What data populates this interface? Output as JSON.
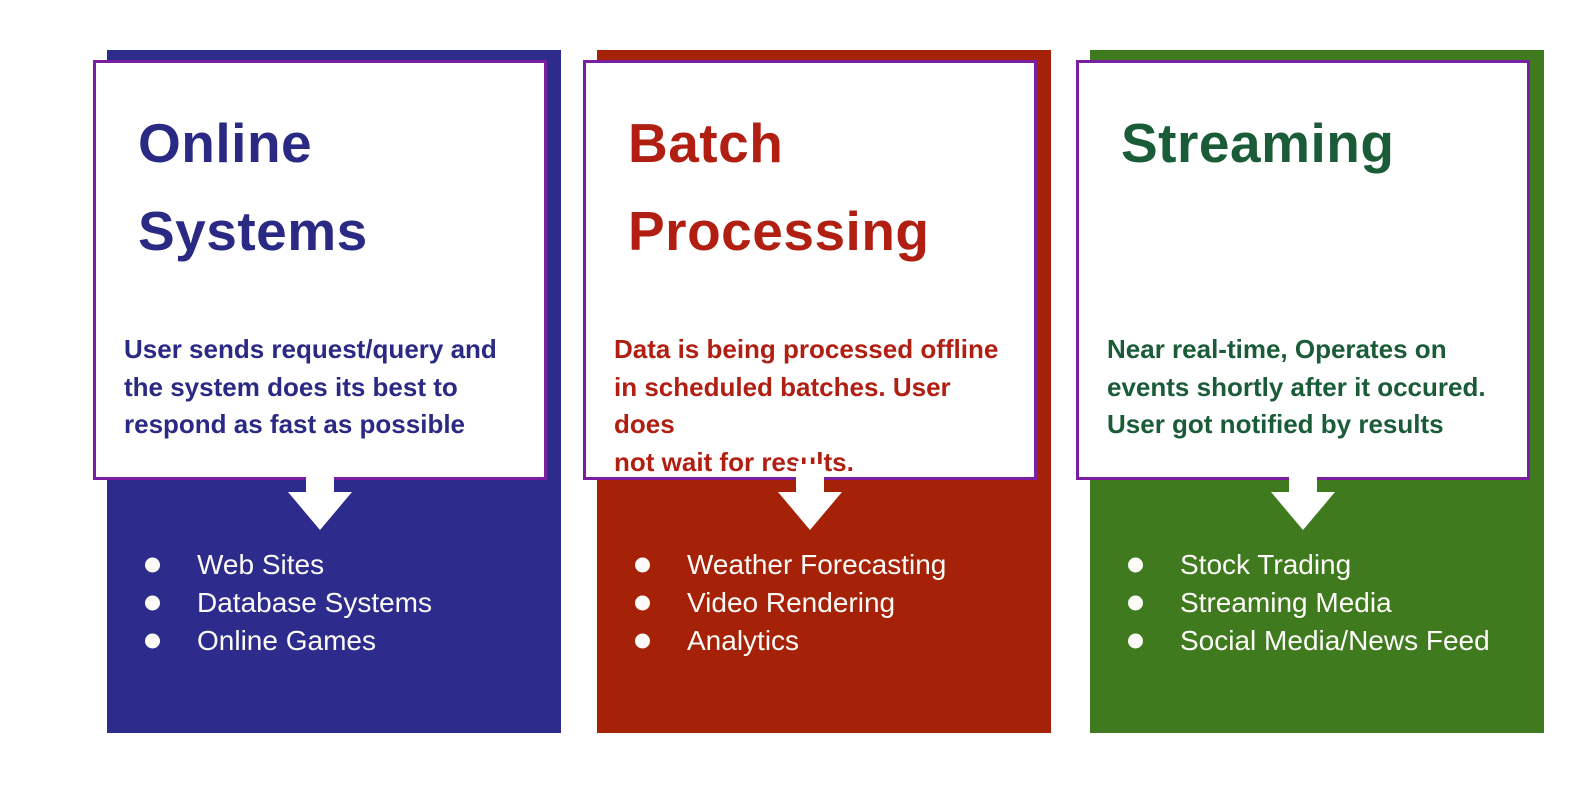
{
  "style": {
    "background": "#ffffff",
    "border": "#7b1fa2",
    "arrow": "#ffffff",
    "bullet": "#fdfbf8"
  },
  "columns": [
    {
      "id": "online-systems",
      "title": "Online\nSystems",
      "description": "User sends request/query and\nthe system does its best to\nrespond as fast as possible",
      "items": [
        "Web Sites",
        "Database Systems",
        "Online Games"
      ],
      "colors": {
        "panel": "#2d2c8c",
        "text": "#2a2a85"
      }
    },
    {
      "id": "batch-processing",
      "title": "Batch\nProcessing",
      "description": "Data is being processed offline\nin scheduled batches. User does\nnot wait for results.",
      "items": [
        "Weather Forecasting",
        "Video Rendering",
        "Analytics"
      ],
      "colors": {
        "panel": "#a52208",
        "text": "#b01f12"
      }
    },
    {
      "id": "streaming",
      "title": "Streaming",
      "description": "Near real-time, Operates on\nevents shortly after it occured.\nUser got notified by results",
      "items": [
        "Stock Trading",
        "Streaming Media",
        "Social Media/News Feed"
      ],
      "colors": {
        "panel": "#3f7a1f",
        "text": "#1a5c38"
      }
    }
  ]
}
